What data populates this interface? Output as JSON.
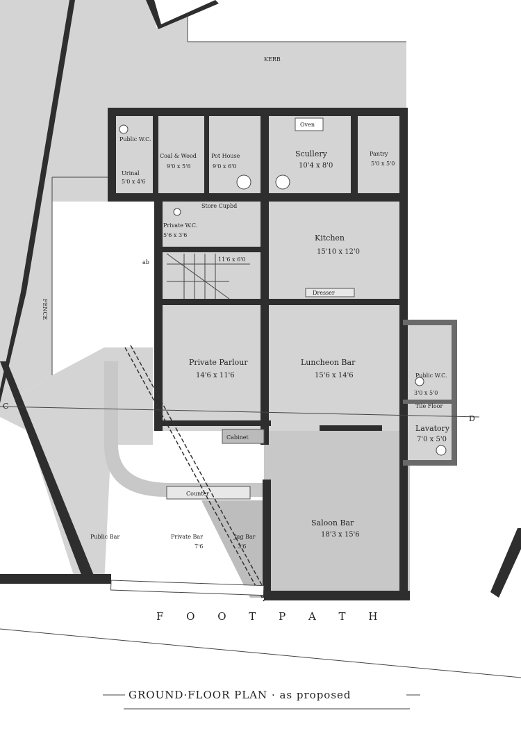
{
  "title": "GROUND·FLOOR PLAN · as proposed",
  "street_labels": {
    "kerb": "KERB",
    "footpath": "F O O T P A T H",
    "fence": "FENCE"
  },
  "section_marks": {
    "left": "C",
    "right": "D",
    "ab": "ab"
  },
  "rooms": {
    "public_wc": {
      "name": "Public W.C."
    },
    "urinal": {
      "name": "Urinal",
      "size": "5'0 x 4'6"
    },
    "coal_wood": {
      "name": "Coal & Wood",
      "size": "9'0 x 5'6"
    },
    "pot_house": {
      "name": "Pot House",
      "size": "9'0 x 6'0"
    },
    "oven": {
      "name": "Oven"
    },
    "scullery": {
      "name": "Scullery",
      "size": "10'4 x 8'0"
    },
    "pantry": {
      "name": "Pantry",
      "size": "5'0 x 5'0"
    },
    "store_cupbd": {
      "name": "Store Cupbd"
    },
    "private_wc": {
      "name": "Private W.C.",
      "size": "5'6 x 3'6"
    },
    "hall": {
      "size": "11'6 x 6'0"
    },
    "kitchen": {
      "name": "Kitchen",
      "size": "15'10 x 12'0"
    },
    "dresser": {
      "name": "Dresser"
    },
    "private_parlour": {
      "name": "Private Parlour",
      "size": "14'6 x 11'6"
    },
    "luncheon_bar": {
      "name": "Luncheon Bar",
      "size": "15'6 x 14'6"
    },
    "public_wc_2": {
      "name": "Public W.C.",
      "size": "3'0 x 5'0"
    },
    "tile_floor": {
      "name": "Tile Floor"
    },
    "lavatory": {
      "name": "Lavatory",
      "size": "7'0 x 5'0"
    },
    "cabinet": {
      "name": "Cabinet"
    },
    "counter": {
      "name": "Counter"
    },
    "public_bar": {
      "name": "Public Bar"
    },
    "private_bar": {
      "name": "Private Bar",
      "size": "7'6"
    },
    "jug_bar": {
      "name": "Jug Bar",
      "size": "3'6"
    },
    "saloon_bar": {
      "name": "Saloon Bar",
      "size": "18'3 x 15'6"
    }
  },
  "colors": {
    "wall": "#2e2e2e",
    "floor": "#d4d4d4",
    "paper": "#ffffff"
  }
}
